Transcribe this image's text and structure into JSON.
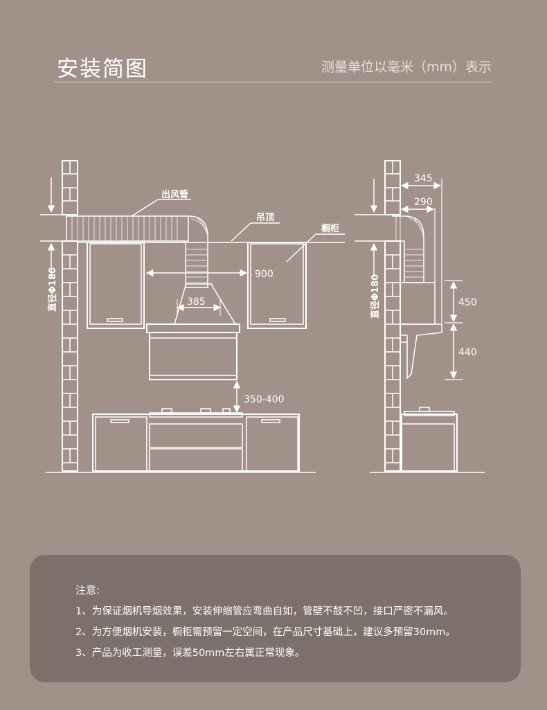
{
  "header": {
    "title": "安装简图",
    "subtitle": "测量单位以毫米（mm）表示"
  },
  "diagram": {
    "front": {
      "label_duct": "出风管",
      "label_ceiling": "吊顶",
      "label_cabinet": "橱柜",
      "label_diameter": "直径Φ180",
      "dim_cabinet_gap": "900",
      "dim_hood_width": "385",
      "dim_hood_height": "350-400"
    },
    "side": {
      "label_diameter": "直径Φ180",
      "dim_depth_outer": "345",
      "dim_depth_inner": "290",
      "dim_upper_height": "450",
      "dim_lower_height": "440"
    },
    "line_color": "#ffffff"
  },
  "notes": {
    "title": "注意:",
    "items": [
      "1、为保证烟机导烟效果，安装伸缩管应弯曲自如，管壁不鼓不凹，接口严密不漏风。",
      "2、为方便烟机安装，橱柜需预留一定空间，在产品尺寸基础上，建议多预留30mm。",
      "3、产品为收工测量，误差50mm左右属正常现象。"
    ],
    "background": "#7d6f6b"
  }
}
